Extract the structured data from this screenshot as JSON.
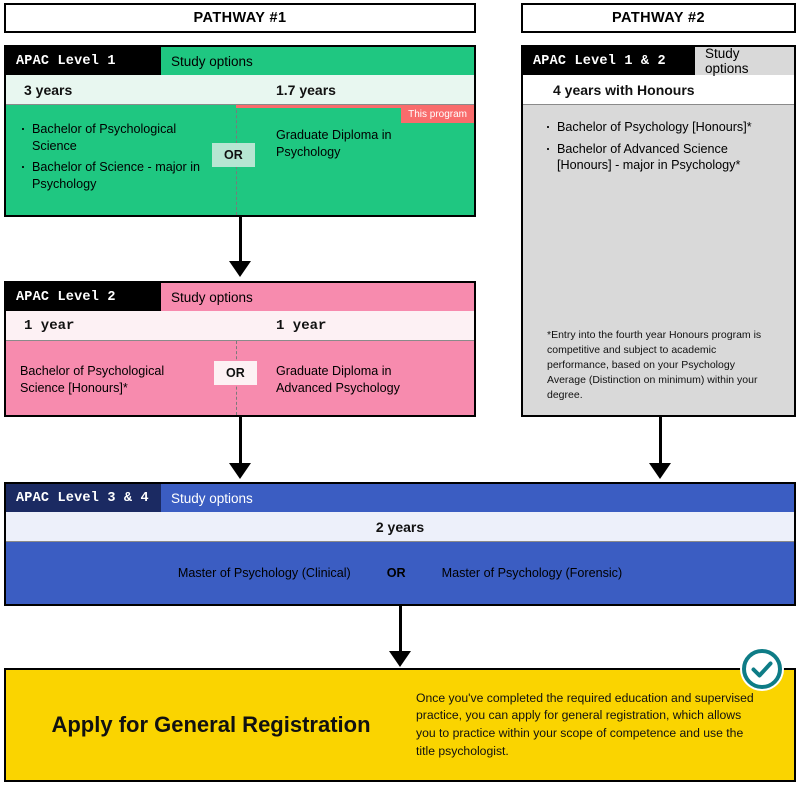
{
  "palette": {
    "green": "#1FC781",
    "green_light": "#E8F7F0",
    "green_chip": "#B6E6D2",
    "pink": "#F78BAE",
    "pink_light": "#FDF1F4",
    "pink_chip": "#FDF1F4",
    "blue": "#3B5DC2",
    "blue_dark": "#1B2A62",
    "blue_light": "#EDF0FA",
    "grey": "#D9D9D9",
    "grey_head": "#D9D9D9",
    "yellow": "#FAD400",
    "coral": "#F96C6C",
    "teal": "#0E7C86",
    "black": "#000000",
    "white": "#FFFFFF"
  },
  "pathways": {
    "one": {
      "title": "PATHWAY #1"
    },
    "two": {
      "title": "PATHWAY #2"
    }
  },
  "level1": {
    "level_label": "APAC Level 1",
    "study_options_label": "Study options",
    "left": {
      "duration": "3 years",
      "options": [
        "Bachelor of Psychological Science",
        "Bachelor of Science - major in Psychology"
      ]
    },
    "right": {
      "duration": "1.7 years",
      "option": "Graduate Diploma in Psychology",
      "flag": "This program"
    },
    "or_label": "OR"
  },
  "level2": {
    "level_label": "APAC Level 2",
    "study_options_label": "Study options",
    "left": {
      "duration": "1 year",
      "option": "Bachelor of Psychological Science [Honours]*"
    },
    "right": {
      "duration": "1 year",
      "option": "Graduate Diploma in Advanced Psychology"
    },
    "or_label": "OR"
  },
  "pathway2_card": {
    "level_label": "APAC Level 1 & 2",
    "study_options_label": "Study options",
    "duration": "4 years with Honours",
    "options": [
      "Bachelor of Psychology [Honours]*",
      "Bachelor of Advanced Science [Honours] - major in Psychology*"
    ],
    "note": "*Entry into the fourth year Honours program is competitive and subject to academic performance, based on your Psychology Average (Distinction on minimum) within your degree."
  },
  "level34": {
    "level_label": "APAC Level 3 & 4",
    "study_options_label": "Study options",
    "duration": "2 years",
    "option_left": "Master of Psychology (Clinical)",
    "or_label": "OR",
    "option_right": "Master of Psychology (Forensic)"
  },
  "registration": {
    "title": "Apply for General Registration",
    "text": "Once you've completed the required education and supervised practice, you can apply for general registration, which allows you to practice within your scope of competence and use the title psychologist."
  }
}
